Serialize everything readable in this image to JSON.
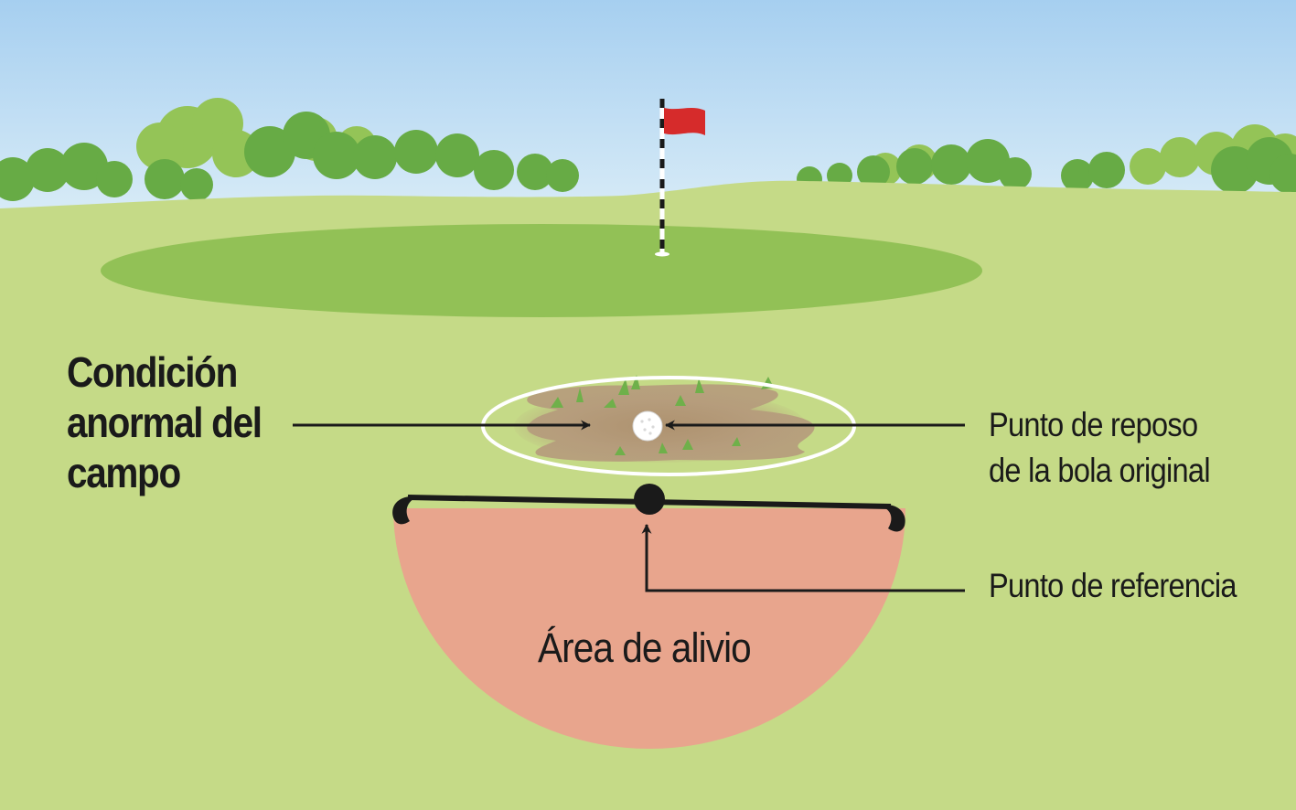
{
  "labels": {
    "abnormal_condition": [
      "Condición",
      "anormal del",
      "campo"
    ],
    "resting_point": [
      "Punto de reposo",
      "de la bola original"
    ],
    "reference_point": "Punto de referencia",
    "relief_area": "Área de alivio"
  },
  "colors": {
    "sky_top": "#a6cff0",
    "sky_bottom": "#d9ecf7",
    "fairway": "#c5da87",
    "green": "#92c156",
    "trees_back": "#94c457",
    "trees_front": "#67ab45",
    "relief_area": "#e8a58d",
    "mud": "#b59a7c",
    "flag": "#d62b2b",
    "lines": "#1a1a1a",
    "circle": "#ffffff"
  },
  "icons": [
    "golf-flag-icon",
    "golf-ball-icon"
  ]
}
